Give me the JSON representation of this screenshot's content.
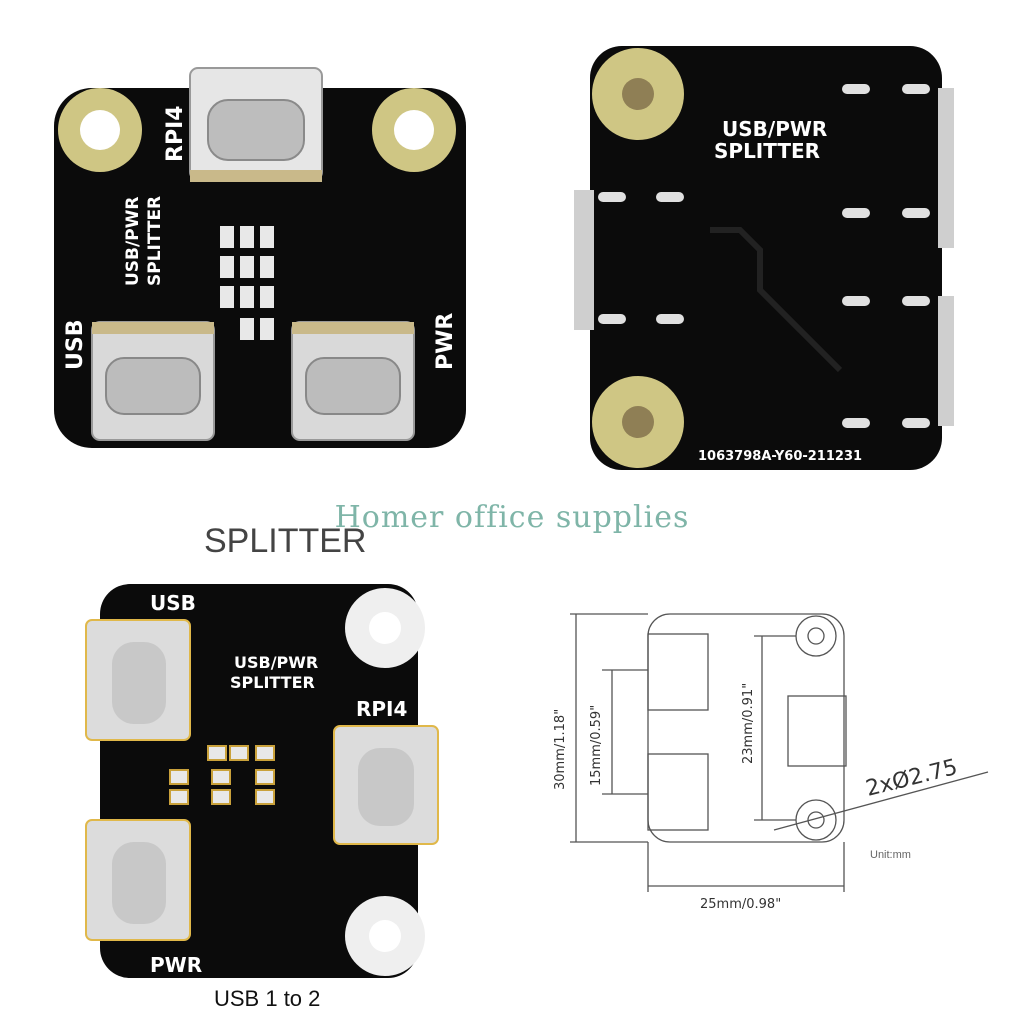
{
  "watermark": "Homer office supplies",
  "panel_top_left": {
    "label_rpi4": "RPI4",
    "label_usb": "USB",
    "label_pwr": "PWR",
    "board_title_1": "USB/PWR",
    "board_title_2": "SPLITTER"
  },
  "panel_top_right": {
    "board_title_1": "USB/PWR",
    "board_title_2": "SPLITTER",
    "serial": "1063798A-Y60-211231"
  },
  "panel_bottom_left": {
    "caption_top": "SPLITTER",
    "label_usb": "USB",
    "label_pwr": "PWR",
    "label_rpi4": "RPI4",
    "board_title_1": "USB/PWR",
    "board_title_2": "SPLITTER",
    "caption_bottom": "USB 1 to 2"
  },
  "panel_bottom_right": {
    "dim_height": "30mm/1.18\"",
    "dim_ports": "15mm/0.59\"",
    "dim_holes": "23mm/0.91\"",
    "dim_width": "25mm/0.98\"",
    "dim_hole_dia": "2xØ2.75",
    "unit": "Unit:mm"
  },
  "colors": {
    "pcb": "#0b0b0b",
    "pad_gold": "#d9c98a",
    "usb_silver": "#cfcfcf",
    "watermark": "#7fb5a8"
  }
}
